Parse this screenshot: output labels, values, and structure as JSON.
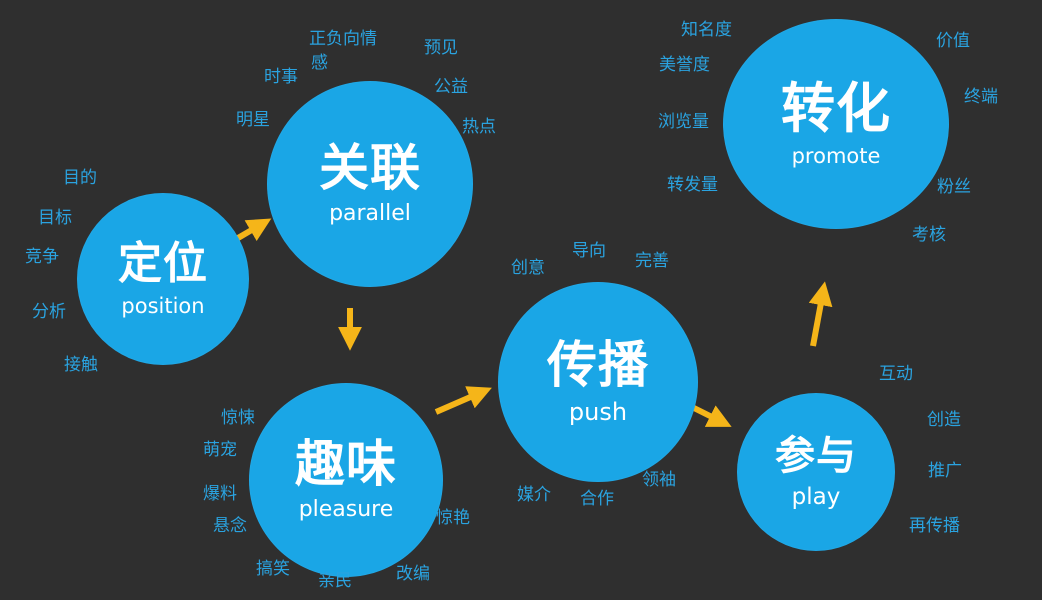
{
  "nodes": {
    "dingwei": {
      "cn": "定位",
      "en": "position"
    },
    "guanlian": {
      "cn": "关联",
      "en": "parallel"
    },
    "quwei": {
      "cn": "趣味",
      "en": "pleasure"
    },
    "chuanbo": {
      "cn": "传播",
      "en": "push"
    },
    "canyu": {
      "cn": "参与",
      "en": "play"
    },
    "zhuanhua": {
      "cn": "转化",
      "en": "promote"
    }
  },
  "keywords": {
    "dingwei": [
      "目的",
      "目标",
      "竞争",
      "分析",
      "接触"
    ],
    "guanlian": [
      "正负向情",
      "感",
      "预见",
      "时事",
      "公益",
      "明星",
      "热点"
    ],
    "quwei": [
      "惊悚",
      "萌宠",
      "爆料",
      "悬念",
      "搞笑",
      "亲民",
      "改编",
      "惊艳"
    ],
    "chuanbo": [
      "创意",
      "导向",
      "完善",
      "媒介",
      "合作",
      "领袖"
    ],
    "canyu": [
      "互动",
      "创造",
      "推广",
      "再传播"
    ],
    "zhuanhua": [
      "知名度",
      "美誉度",
      "浏览量",
      "转发量",
      "价值",
      "终端",
      "粉丝",
      "考核"
    ]
  },
  "colors": {
    "background": "#2f2f2f",
    "circle": "#1aa6e6",
    "keyword": "#2aa3e0",
    "arrow": "#f5b519",
    "circle_text": "#ffffff"
  }
}
